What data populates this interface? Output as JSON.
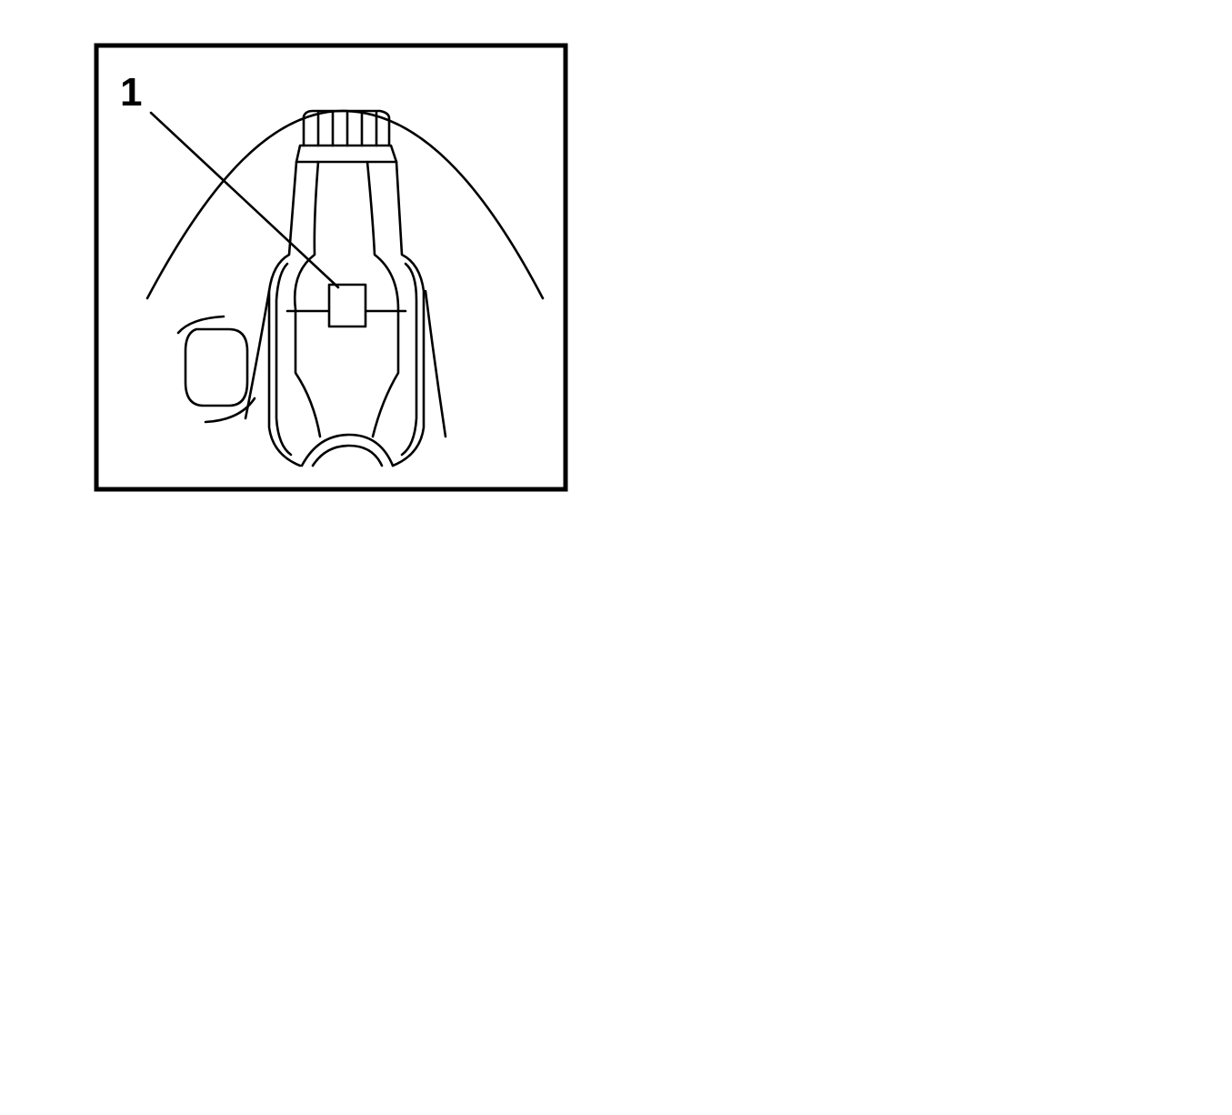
{
  "diagram": {
    "callout": {
      "label": "1"
    },
    "colors": {
      "line": "#000000",
      "background": "#ffffff"
    },
    "icons": [
      "bearing-cap-marking-detail",
      "curved-arrow-icon",
      "engine-block-crankshaft-illustration"
    ]
  }
}
